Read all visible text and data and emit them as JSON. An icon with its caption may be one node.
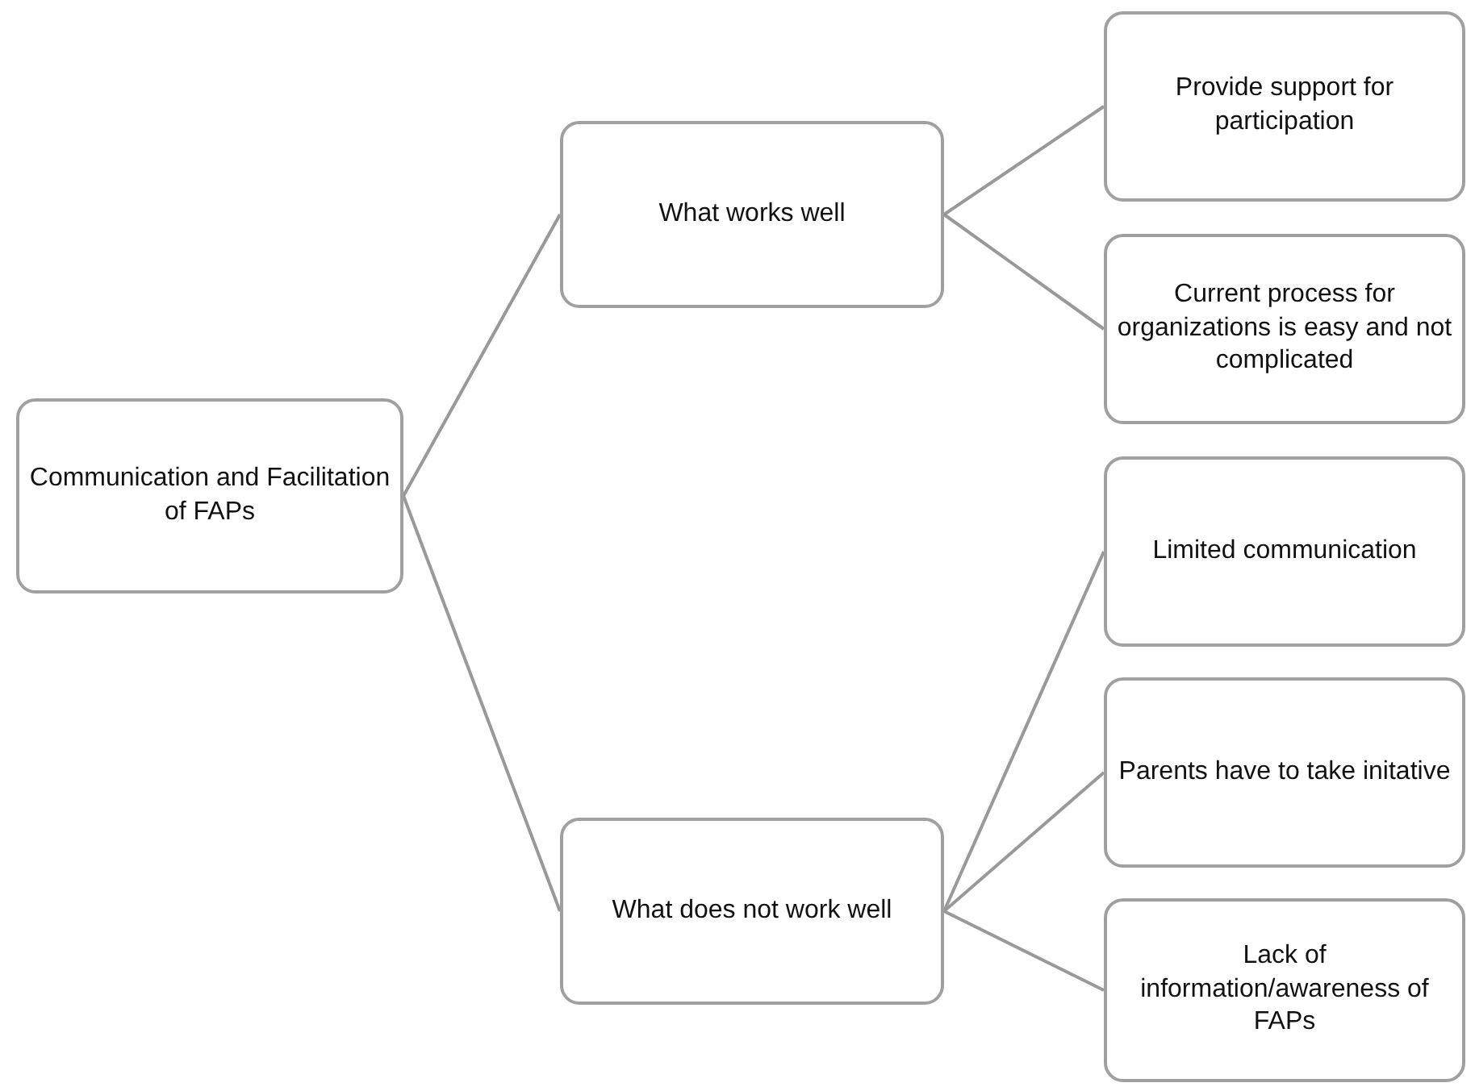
{
  "diagram": {
    "nodes": [
      {
        "text": [
          "Communication and Facilitation of FAPs"
        ]
      },
      {
        "text": [
          "What works well"
        ]
      },
      {
        "text": [
          "What does not work well"
        ]
      },
      {
        "text": [
          "Provide support for participation"
        ]
      },
      {
        "text": [
          "Current process for organizations is easy and not complicated"
        ]
      },
      {
        "text": [
          "Limited communication"
        ]
      },
      {
        "text": [
          "Parents have to take initative"
        ]
      },
      {
        "text": [
          "Lack of information/awareness of FAPs"
        ]
      }
    ],
    "edges": [
      {
        "from": 0,
        "to": 1,
        "arrow": "none"
      },
      {
        "from": 0,
        "to": 2,
        "arrow": "none"
      },
      {
        "from": 1,
        "to": 3,
        "arrow": "none"
      },
      {
        "from": 1,
        "to": 4,
        "arrow": "none"
      },
      {
        "from": 2,
        "to": 5,
        "arrow": "none"
      },
      {
        "from": 2,
        "to": 6,
        "arrow": "none"
      },
      {
        "from": 2,
        "to": 7,
        "arrow": "none"
      }
    ]
  }
}
